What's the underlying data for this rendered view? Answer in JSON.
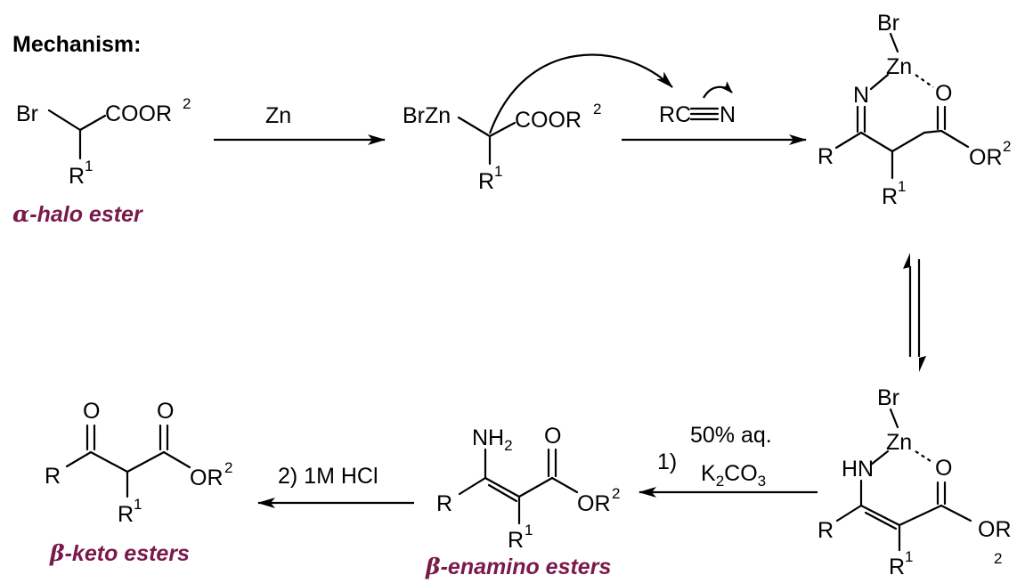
{
  "title": "Mechanism:",
  "colors": {
    "caption": "#7a1a4a",
    "ink": "#000000"
  },
  "captions": {
    "halo_ester": {
      "greek": "α",
      "text": "-halo ester"
    },
    "keto_esters": {
      "greek": "β",
      "text": "-keto esters"
    },
    "enamino_esters": {
      "greek": "β",
      "text": "-enamino esters"
    }
  },
  "reagents": {
    "step1": "Zn",
    "step2": "RC≡N",
    "step3_line1": "50% aq.",
    "step3_num": "1)",
    "step3_line2": "K2CO3",
    "step4": "2) 1M HCl"
  },
  "atoms": {
    "Br": "Br",
    "COOR": "COOR",
    "BrZn": "BrZn",
    "R": "R",
    "N": "N",
    "O": "O",
    "Zn": "Zn",
    "OR": "OR",
    "HN": "HN",
    "NH": "NH",
    "sub1": "1",
    "sub2": "2",
    "K": "K",
    "CO": "CO",
    "sub3": "3"
  }
}
